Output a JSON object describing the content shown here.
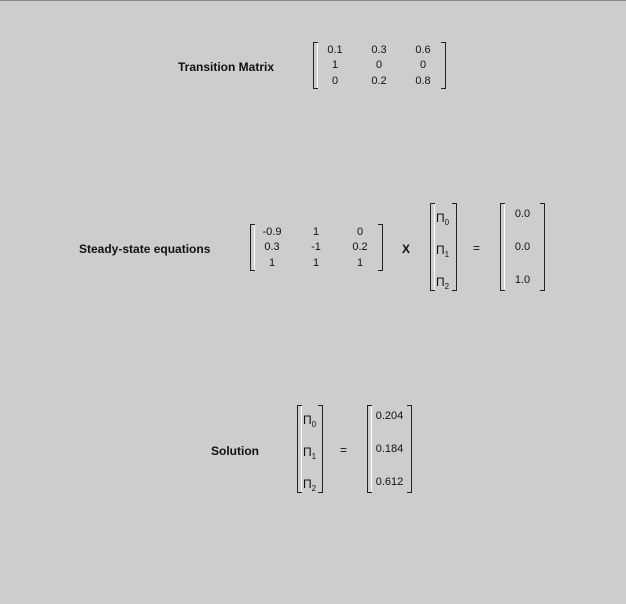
{
  "transition": {
    "label": "Transition Matrix",
    "rows": [
      [
        "0.1",
        "0.3",
        "0.6"
      ],
      [
        "1",
        "0",
        "0"
      ],
      [
        "0",
        "0.2",
        "0.8"
      ]
    ]
  },
  "steady": {
    "label": "Steady-state equations",
    "rows": [
      [
        "-0.9",
        "1",
        "0"
      ],
      [
        "0.3",
        "-1",
        "0.2"
      ],
      [
        "1",
        "1",
        "1"
      ]
    ],
    "times": "X",
    "pi_symbol": "Π",
    "pi_subs": [
      "0",
      "1",
      "2"
    ],
    "equals": "=",
    "rhs": [
      "0.0",
      "0.0",
      "1.0"
    ]
  },
  "solution": {
    "label": "Solution",
    "pi_symbol": "Π",
    "pi_subs": [
      "0",
      "1",
      "2"
    ],
    "equals": "=",
    "values": [
      "0.204",
      "0.184",
      "0.612"
    ]
  }
}
